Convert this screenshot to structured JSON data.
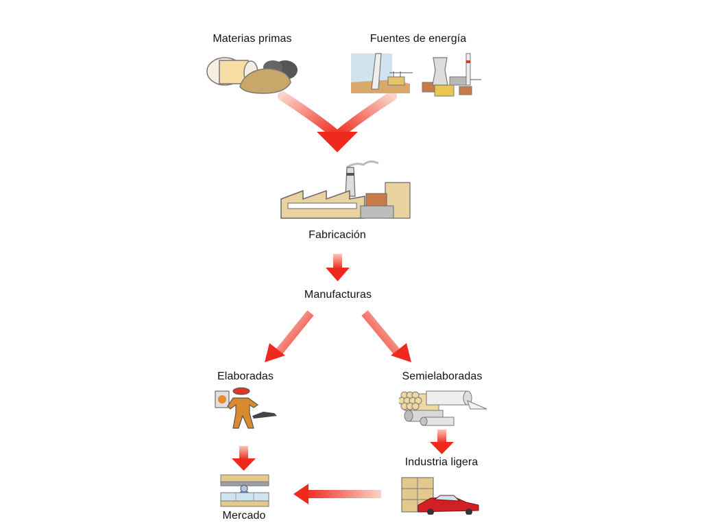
{
  "diagram": {
    "labels": {
      "raw_materials": "Materias primas",
      "energy_sources": "Fuentes de energía",
      "manufacturing": "Fabricación",
      "manufactures": "Manufacturas",
      "finished": "Elaboradas",
      "semi_finished": "Semielaboradas",
      "light_industry": "Industria ligera",
      "market": "Mercado"
    },
    "colors": {
      "arrow": "#ee2a1e",
      "arrow_light": "#fbd3c8",
      "factory": "#e8d3a0",
      "outline": "#555555",
      "car": "#d21f24"
    },
    "icons": {
      "raw_materials": "cotton-and-ore-icon",
      "energy_sources": "dam-and-power-plant-icon",
      "manufacturing": "factory-icon",
      "finished": "paint-clothes-shoe-icon",
      "semi_finished": "logs-and-rolls-icon",
      "light_industry": "shelf-and-car-icon",
      "market": "shop-counter-icon"
    }
  }
}
